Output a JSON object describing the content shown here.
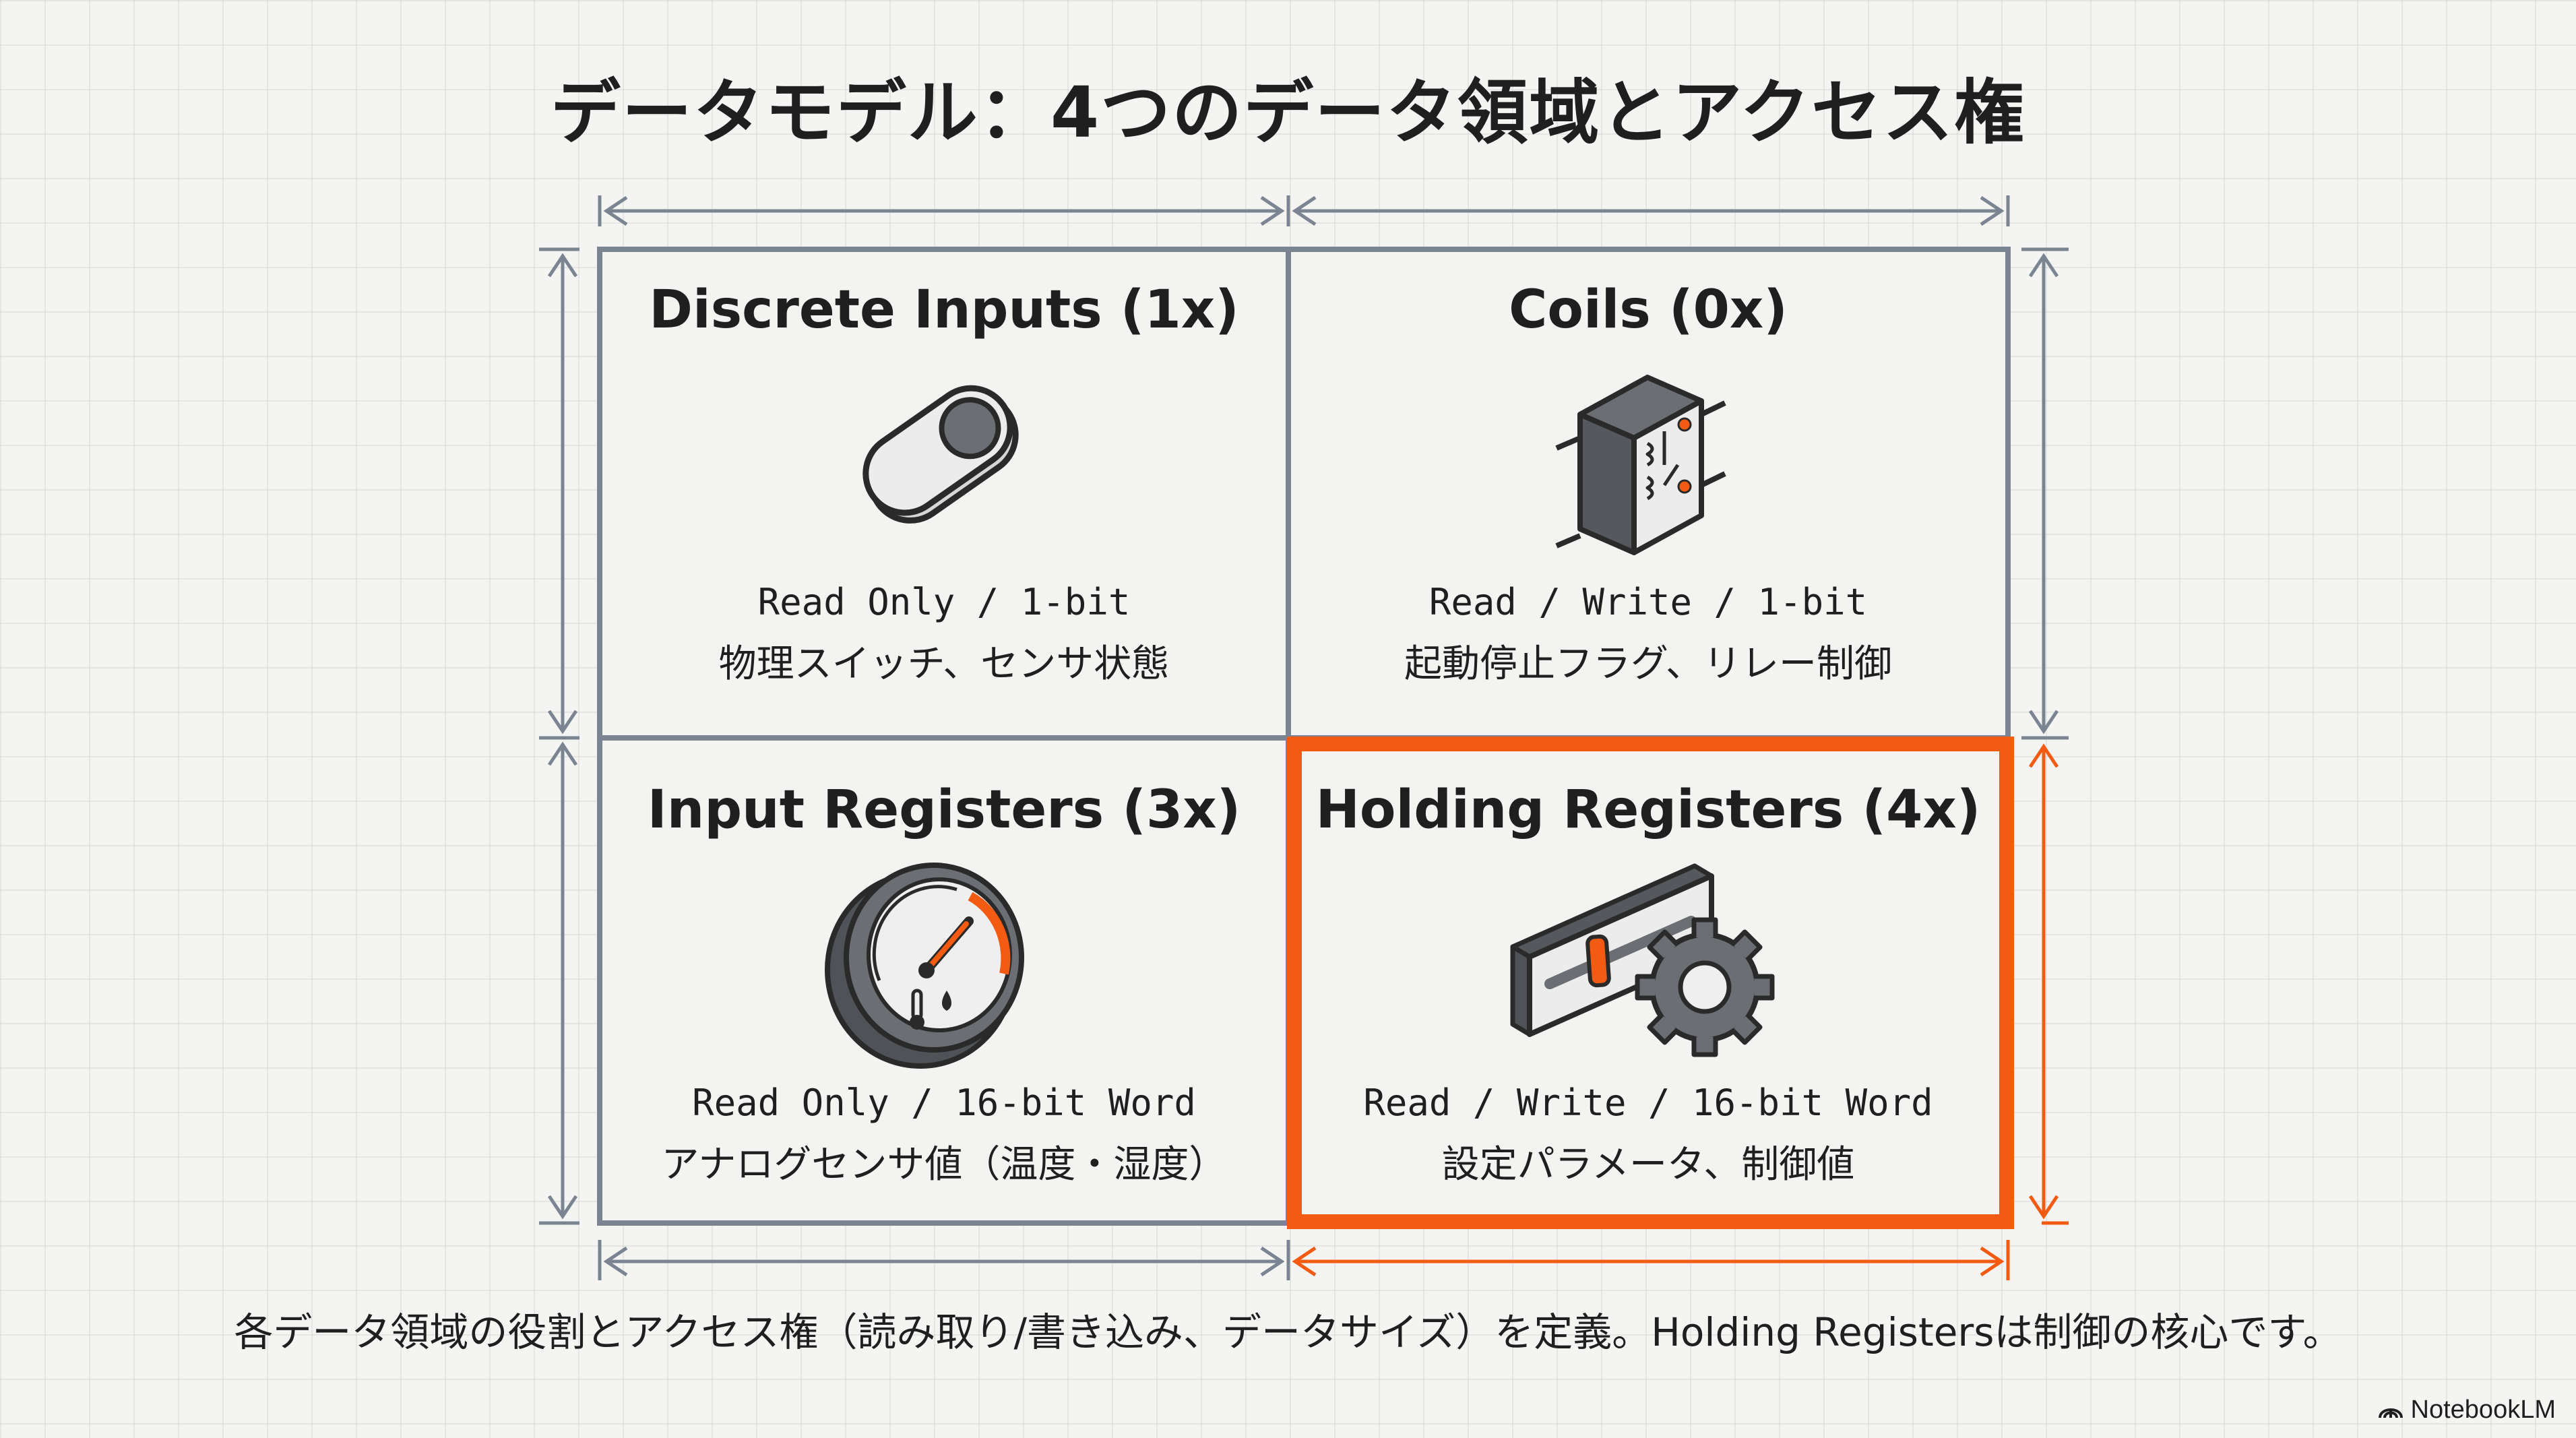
{
  "title": "データモデル：4つのデータ領域とアクセス権",
  "cells": [
    {
      "title": "Discrete Inputs (1x)",
      "access": "Read Only / 1-bit",
      "description": "物理スイッチ、センサ状態",
      "icon": "toggle-switch-icon"
    },
    {
      "title": "Coils (0x)",
      "access": "Read / Write / 1-bit",
      "description": "起動停止フラグ、リレー制御",
      "icon": "relay-icon"
    },
    {
      "title": "Input Registers (3x)",
      "access": "Read Only / 16-bit Word",
      "description": "アナログセンサ値（温度・湿度）",
      "icon": "gauge-icon"
    },
    {
      "title": "Holding Registers (4x)",
      "access": "Read / Write / 16-bit Word",
      "description": "設定パラメータ、制御値",
      "icon": "slider-gear-icon",
      "highlighted": true
    }
  ],
  "caption": "各データ領域の役割とアクセス権（読み取り/書き込み、データサイズ）を定義。Holding Registersは制御の核心です。",
  "brand": "NotebookLM",
  "colors": {
    "grid_line": "#7a8591",
    "highlight": "#f35b12",
    "text": "#1f1f1f",
    "background": "#f4f4f2"
  }
}
